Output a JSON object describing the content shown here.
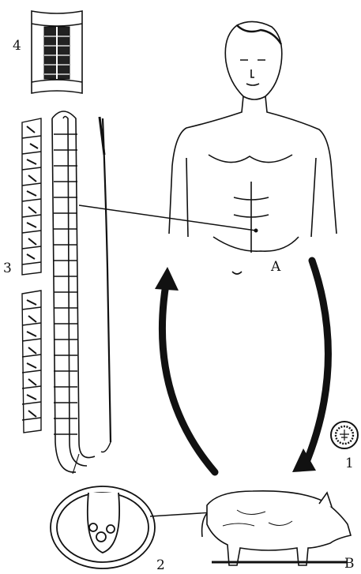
{
  "labels": {
    "n1": "1",
    "n2": "2",
    "n3": "3",
    "n4": "4",
    "a": "A",
    "b": "B"
  },
  "colors": {
    "ink": "#111111",
    "paper": "#ffffff"
  }
}
